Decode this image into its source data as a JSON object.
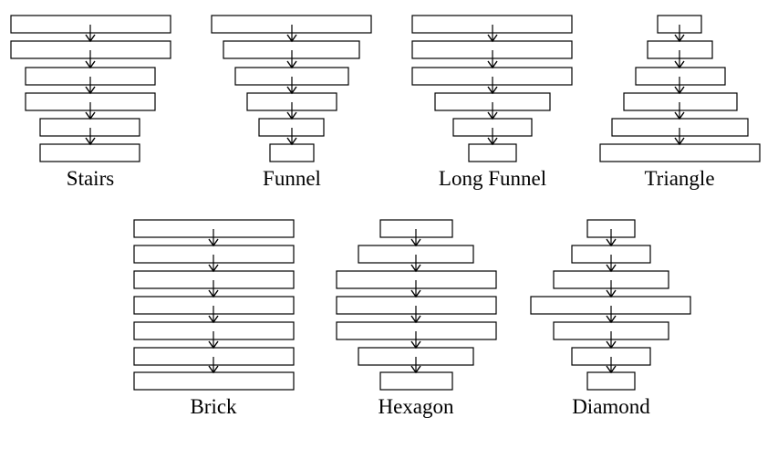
{
  "shapes": [
    {
      "name": "stairs",
      "label": "Stairs",
      "bar_count": 6
    },
    {
      "name": "funnel",
      "label": "Funnel",
      "bar_count": 6
    },
    {
      "name": "long-funnel",
      "label": "Long Funnel",
      "bar_count": 6
    },
    {
      "name": "triangle",
      "label": "Triangle",
      "bar_count": 6
    },
    {
      "name": "brick",
      "label": "Brick",
      "bar_count": 7
    },
    {
      "name": "hexagon",
      "label": "Hexagon",
      "bar_count": 7
    },
    {
      "name": "diamond",
      "label": "Diamond",
      "bar_count": 7
    }
  ],
  "colors": {
    "stroke": "#000000",
    "fill": "#ffffff",
    "text": "#000000"
  }
}
